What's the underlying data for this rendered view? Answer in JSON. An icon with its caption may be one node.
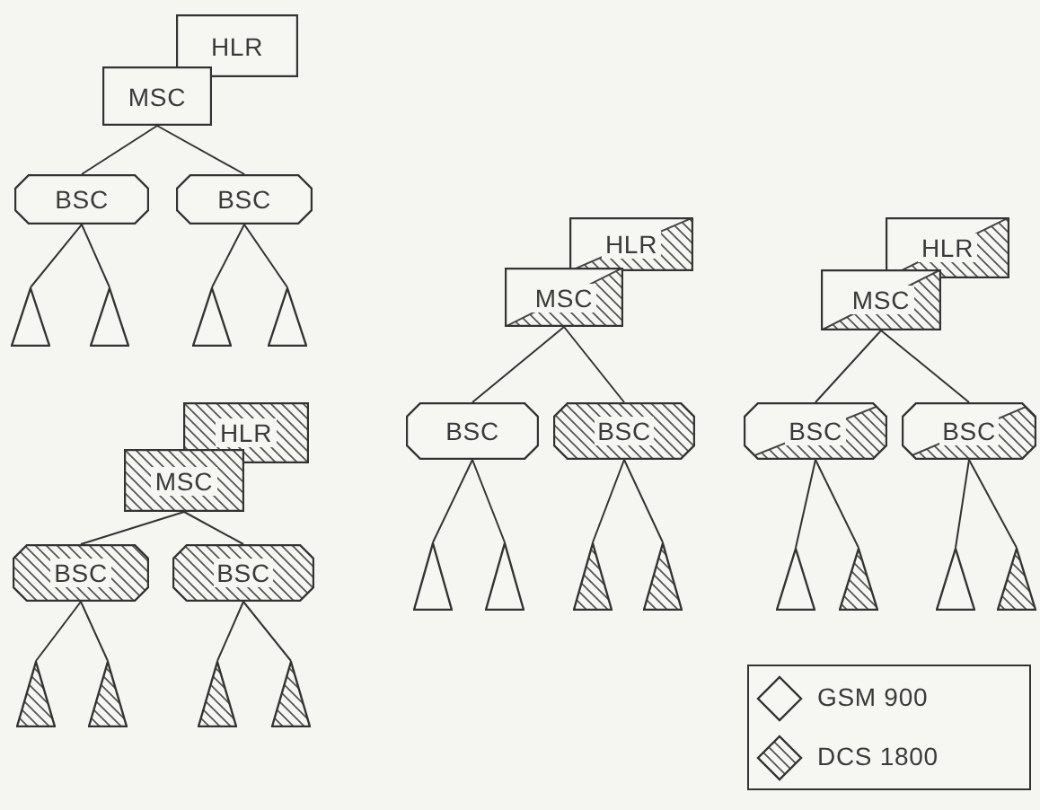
{
  "diagram": {
    "nodes": [
      {
        "text": [
          "HLR"
        ]
      },
      {
        "text": [
          "MSC"
        ]
      },
      {
        "text": [
          "BSC"
        ]
      },
      {
        "text": [
          "BSC"
        ]
      },
      {
        "text": [],
        "shape": "triangle"
      },
      {
        "text": [],
        "shape": "triangle"
      },
      {
        "text": [],
        "shape": "triangle"
      },
      {
        "text": [],
        "shape": "triangle"
      },
      {
        "text": [
          "HLR"
        ]
      },
      {
        "text": [
          "MSC"
        ]
      },
      {
        "text": [
          "BSC"
        ]
      },
      {
        "text": [
          "BSC"
        ]
      },
      {
        "text": [],
        "shape": "triangle"
      },
      {
        "text": [],
        "shape": "triangle"
      },
      {
        "text": [],
        "shape": "triangle"
      },
      {
        "text": [],
        "shape": "triangle"
      },
      {
        "text": [
          "HLR"
        ]
      },
      {
        "text": [
          "MSC"
        ]
      },
      {
        "text": [
          "BSC"
        ]
      },
      {
        "text": [
          "BSC"
        ]
      },
      {
        "text": [],
        "shape": "triangle"
      },
      {
        "text": [],
        "shape": "triangle"
      },
      {
        "text": [],
        "shape": "triangle"
      },
      {
        "text": [],
        "shape": "triangle"
      },
      {
        "text": [
          "HLR"
        ]
      },
      {
        "text": [
          "MSC"
        ]
      },
      {
        "text": [
          "BSC"
        ]
      },
      {
        "text": [
          "BSC"
        ]
      },
      {
        "text": [],
        "shape": "triangle"
      },
      {
        "text": [],
        "shape": "triangle"
      },
      {
        "text": [],
        "shape": "triangle"
      },
      {
        "text": [],
        "shape": "triangle"
      }
    ],
    "edges": [
      {
        "from": 1,
        "to": 2,
        "arrow": "none"
      },
      {
        "from": 1,
        "to": 3,
        "arrow": "none"
      },
      {
        "from": 2,
        "to": 4,
        "arrow": "none"
      },
      {
        "from": 2,
        "to": 5,
        "arrow": "none"
      },
      {
        "from": 3,
        "to": 6,
        "arrow": "none"
      },
      {
        "from": 3,
        "to": 7,
        "arrow": "none"
      },
      {
        "from": 9,
        "to": 10,
        "arrow": "none"
      },
      {
        "from": 9,
        "to": 11,
        "arrow": "none"
      },
      {
        "from": 10,
        "to": 12,
        "arrow": "none"
      },
      {
        "from": 10,
        "to": 13,
        "arrow": "none"
      },
      {
        "from": 11,
        "to": 14,
        "arrow": "none"
      },
      {
        "from": 11,
        "to": 15,
        "arrow": "none"
      },
      {
        "from": 17,
        "to": 18,
        "arrow": "none"
      },
      {
        "from": 17,
        "to": 19,
        "arrow": "none"
      },
      {
        "from": 18,
        "to": 20,
        "arrow": "none"
      },
      {
        "from": 18,
        "to": 21,
        "arrow": "none"
      },
      {
        "from": 19,
        "to": 22,
        "arrow": "none"
      },
      {
        "from": 19,
        "to": 23,
        "arrow": "none"
      },
      {
        "from": 25,
        "to": 26,
        "arrow": "none"
      },
      {
        "from": 25,
        "to": 27,
        "arrow": "none"
      },
      {
        "from": 26,
        "to": 28,
        "arrow": "none"
      },
      {
        "from": 26,
        "to": 29,
        "arrow": "none"
      },
      {
        "from": 27,
        "to": 30,
        "arrow": "none"
      },
      {
        "from": 27,
        "to": 31,
        "arrow": "none"
      }
    ],
    "legend": [
      {
        "text": "GSM 900"
      },
      {
        "text": "DCS 1800"
      }
    ]
  }
}
